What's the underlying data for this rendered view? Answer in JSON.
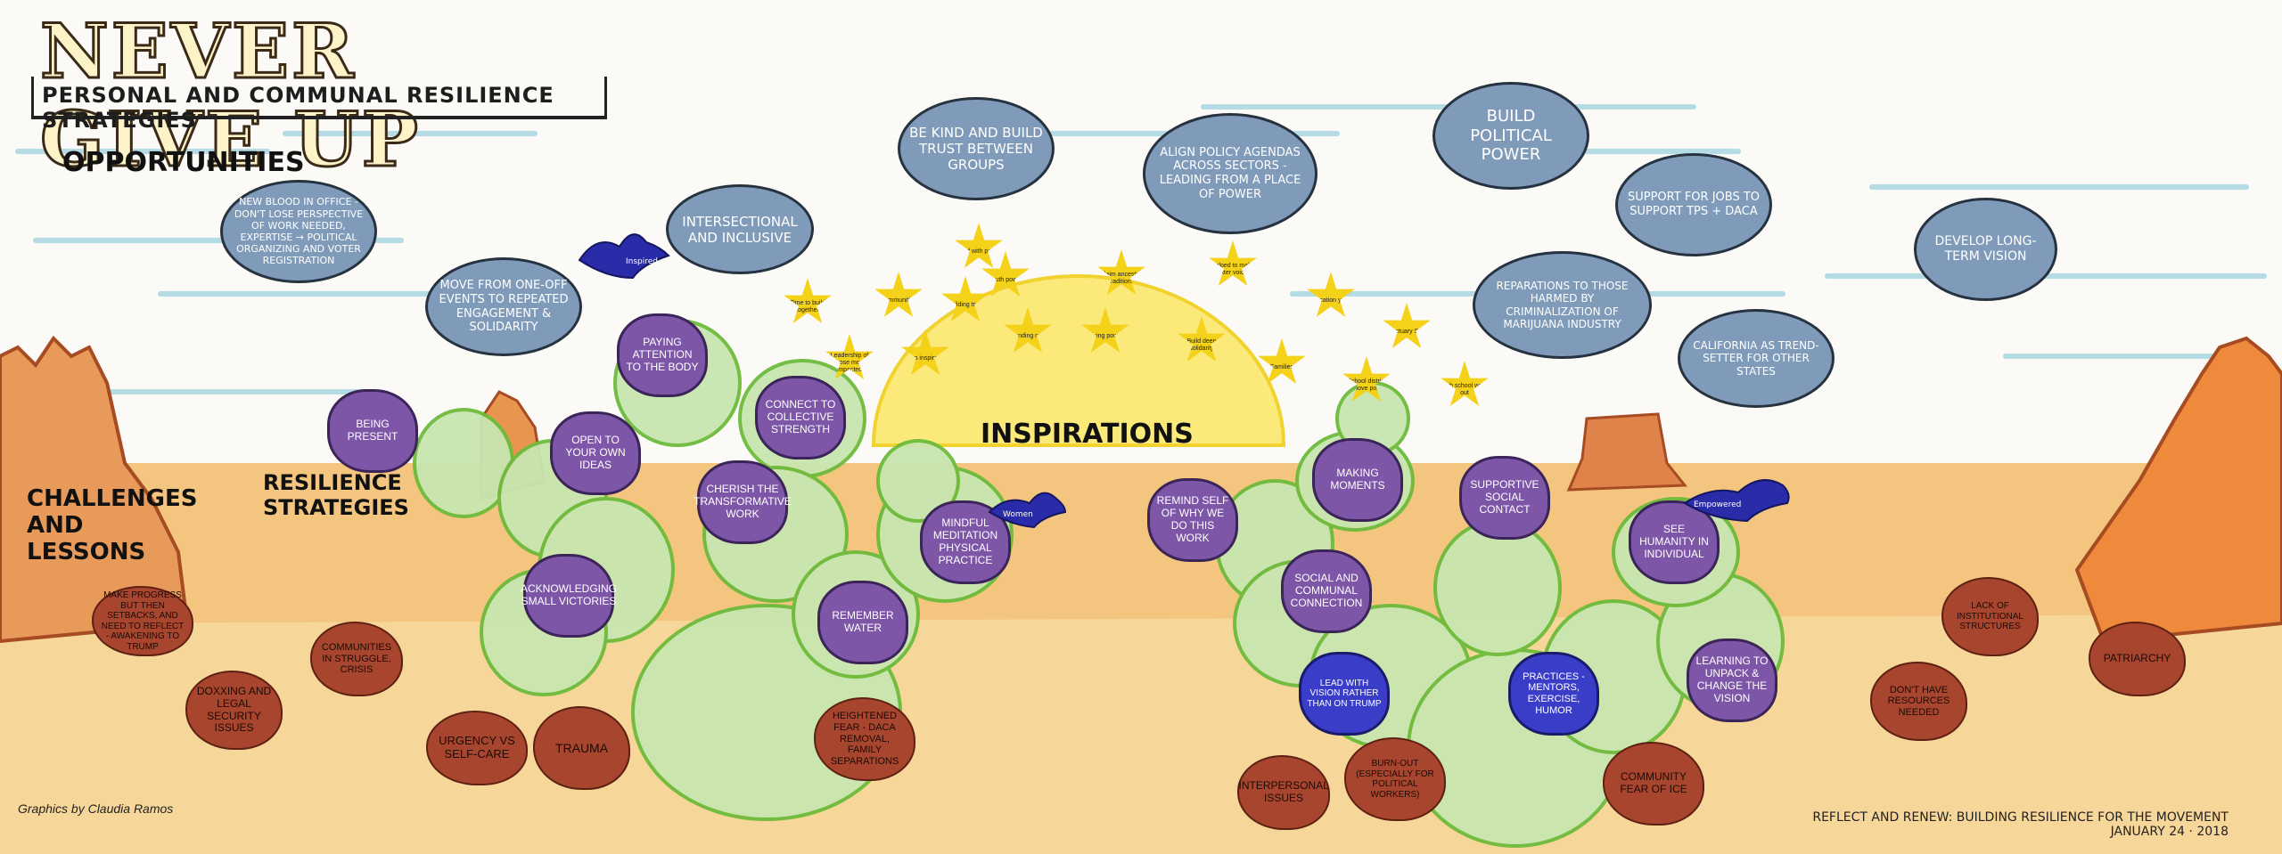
{
  "title": "NEVER GIVE UP",
  "subtitle": "PERSONAL and COMMUNAL RESILIENCE STRATEGIES",
  "sections": {
    "opportunities": "OPPORTUNITIES",
    "inspirations": "INSPIRATIONS",
    "resilience": "RESILIENCE STRATEGIES",
    "challenges": "CHALLENGES and LESSONS"
  },
  "clouds": [
    "New blood in office - Don't lose perspective of work needed, expertise → political organizing and voter registration",
    "Move from one-off events to repeated engagement & solidarity",
    "Intersectional and inclusive",
    "Be kind and build trust between groups",
    "Align policy agendas across sectors - leading from a place of power",
    "Build political power",
    "Reparations to those harmed by criminalization of marijuana industry",
    "Support for jobs to support TPS + DACA",
    "California as trend-setter for other states",
    "Develop long-term vision"
  ],
  "stars": [
    "Time to build together",
    "Leadership of those most impacted",
    "Communities",
    "Deep inspiration",
    "Building trust",
    "Lead with power",
    "Youth power",
    "Standing rock",
    "Claim ancestral traditions",
    "Giving power",
    "Build deep solidarity",
    "Helped to make better voices",
    "Families",
    "Education youth",
    "Sanctuary State",
    "School district remove police",
    "High school walk-out"
  ],
  "purple_flowers": [
    "Being present",
    "Paying attention to the body",
    "Open to your own ideas",
    "Connect to collective strength",
    "Cherish the transformative work",
    "Acknowledging small victories",
    "Mindful meditation physical practice",
    "Remember water",
    "Making moments",
    "Supportive social contact",
    "Remind self of why we do this work",
    "See humanity in individual",
    "Social and communal connection",
    "Learning to unpack & change the vision"
  ],
  "blue_flowers": [
    "Lead with vision rather than on trump",
    "Practices - mentors, exercise, humor"
  ],
  "rocks": [
    "Make progress but then setbacks, and need to reflect - awakening to TRUMP",
    "Communities in struggle, crisis",
    "Doxxing and legal security issues",
    "Urgency vs self-care",
    "Trauma",
    "Heightened fear - DACA removal, family separations",
    "Interpersonal issues",
    "Burn-out (especially for political workers)",
    "Community fear of ICE",
    "Lack of institutional structures",
    "Don't have resources needed",
    "Patriarchy"
  ],
  "birds": [
    "Inspired",
    "Women",
    "Empowered"
  ],
  "footer": {
    "event": "REFLECT and RENEW: BUILDING RESILIENCE for the MOVEMENT",
    "date": "JANUARY 24 · 2018",
    "credits": "Graphics by Claudia Ramos"
  },
  "colors": {
    "sky_cloud": "#7f9bb9",
    "star": "#f5d21a",
    "flower": "#7d56a8",
    "blue_flower": "#3a3dc8",
    "rock": "#a8452f",
    "desert": "#f3c57e",
    "cactus": "#a9d48a"
  }
}
